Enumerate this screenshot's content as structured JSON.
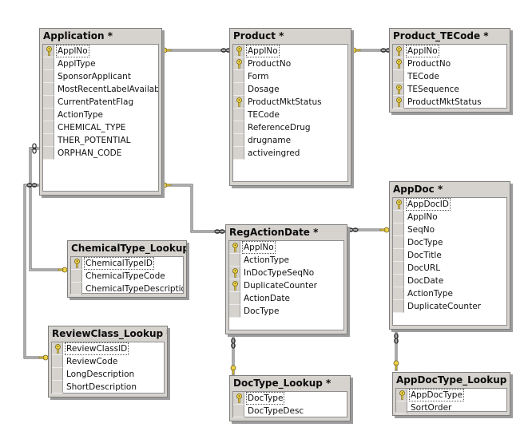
{
  "tables": [
    {
      "id": "application",
      "title": "Application *",
      "columns": [
        {
          "name": "ApplNo",
          "key": true
        },
        {
          "name": "ApplType",
          "key": false
        },
        {
          "name": "SponsorApplicant",
          "key": false
        },
        {
          "name": "MostRecentLabelAvailable",
          "key": false
        },
        {
          "name": "CurrentPatentFlag",
          "key": false
        },
        {
          "name": "ActionType",
          "key": false
        },
        {
          "name": "CHEMICAL_TYPE",
          "key": false
        },
        {
          "name": "THER_POTENTIAL",
          "key": false
        },
        {
          "name": "ORPHAN_CODE",
          "key": false
        }
      ]
    },
    {
      "id": "product",
      "title": "Product *",
      "columns": [
        {
          "name": "ApplNo",
          "key": true
        },
        {
          "name": "ProductNo",
          "key": true
        },
        {
          "name": "Form",
          "key": false
        },
        {
          "name": "Dosage",
          "key": false
        },
        {
          "name": "ProductMktStatus",
          "key": true
        },
        {
          "name": "TECode",
          "key": false
        },
        {
          "name": "ReferenceDrug",
          "key": false
        },
        {
          "name": "drugname",
          "key": false
        },
        {
          "name": "activeingred",
          "key": false
        }
      ]
    },
    {
      "id": "product-tecode",
      "title": "Product_TECode *",
      "columns": [
        {
          "name": "ApplNo",
          "key": true
        },
        {
          "name": "ProductNo",
          "key": true
        },
        {
          "name": "TECode",
          "key": false
        },
        {
          "name": "TESequence",
          "key": true
        },
        {
          "name": "ProductMktStatus",
          "key": true
        }
      ]
    },
    {
      "id": "appdoc",
      "title": "AppDoc *",
      "columns": [
        {
          "name": "AppDocID",
          "key": true
        },
        {
          "name": "ApplNo",
          "key": false
        },
        {
          "name": "SeqNo",
          "key": false
        },
        {
          "name": "DocType",
          "key": false
        },
        {
          "name": "DocTitle",
          "key": false
        },
        {
          "name": "DocURL",
          "key": false
        },
        {
          "name": "DocDate",
          "key": false
        },
        {
          "name": "ActionType",
          "key": false
        },
        {
          "name": "DuplicateCounter",
          "key": false
        }
      ]
    },
    {
      "id": "regactiondate",
      "title": "RegActionDate *",
      "columns": [
        {
          "name": "ApplNo",
          "key": true
        },
        {
          "name": "ActionType",
          "key": false
        },
        {
          "name": "InDocTypeSeqNo",
          "key": true
        },
        {
          "name": "DuplicateCounter",
          "key": true
        },
        {
          "name": "ActionDate",
          "key": false
        },
        {
          "name": "DocType",
          "key": false
        }
      ]
    },
    {
      "id": "chemicaltype-lookup",
      "title": "ChemicalType_Lookup *",
      "columns": [
        {
          "name": "ChemicalTypeID",
          "key": true
        },
        {
          "name": "ChemicalTypeCode",
          "key": false
        },
        {
          "name": "ChemicalTypeDescription",
          "key": false
        }
      ]
    },
    {
      "id": "reviewclass-lookup",
      "title": "ReviewClass_Lookup *",
      "columns": [
        {
          "name": "ReviewClassID",
          "key": true
        },
        {
          "name": "ReviewCode",
          "key": false
        },
        {
          "name": "LongDescription",
          "key": false
        },
        {
          "name": "ShortDescription",
          "key": false
        }
      ]
    },
    {
      "id": "doctype-lookup",
      "title": "DocType_Lookup *",
      "columns": [
        {
          "name": "DocType",
          "key": true
        },
        {
          "name": "DocTypeDesc",
          "key": false
        }
      ]
    },
    {
      "id": "appdoctype-lookup",
      "title": "AppDocType_Lookup *",
      "columns": [
        {
          "name": "AppDocType",
          "key": true
        },
        {
          "name": "SortOrder",
          "key": false
        }
      ]
    }
  ],
  "icons": {
    "primary_key": "key-icon",
    "relationship_one": "key-end-icon",
    "relationship_many": "infinity-end-icon"
  }
}
